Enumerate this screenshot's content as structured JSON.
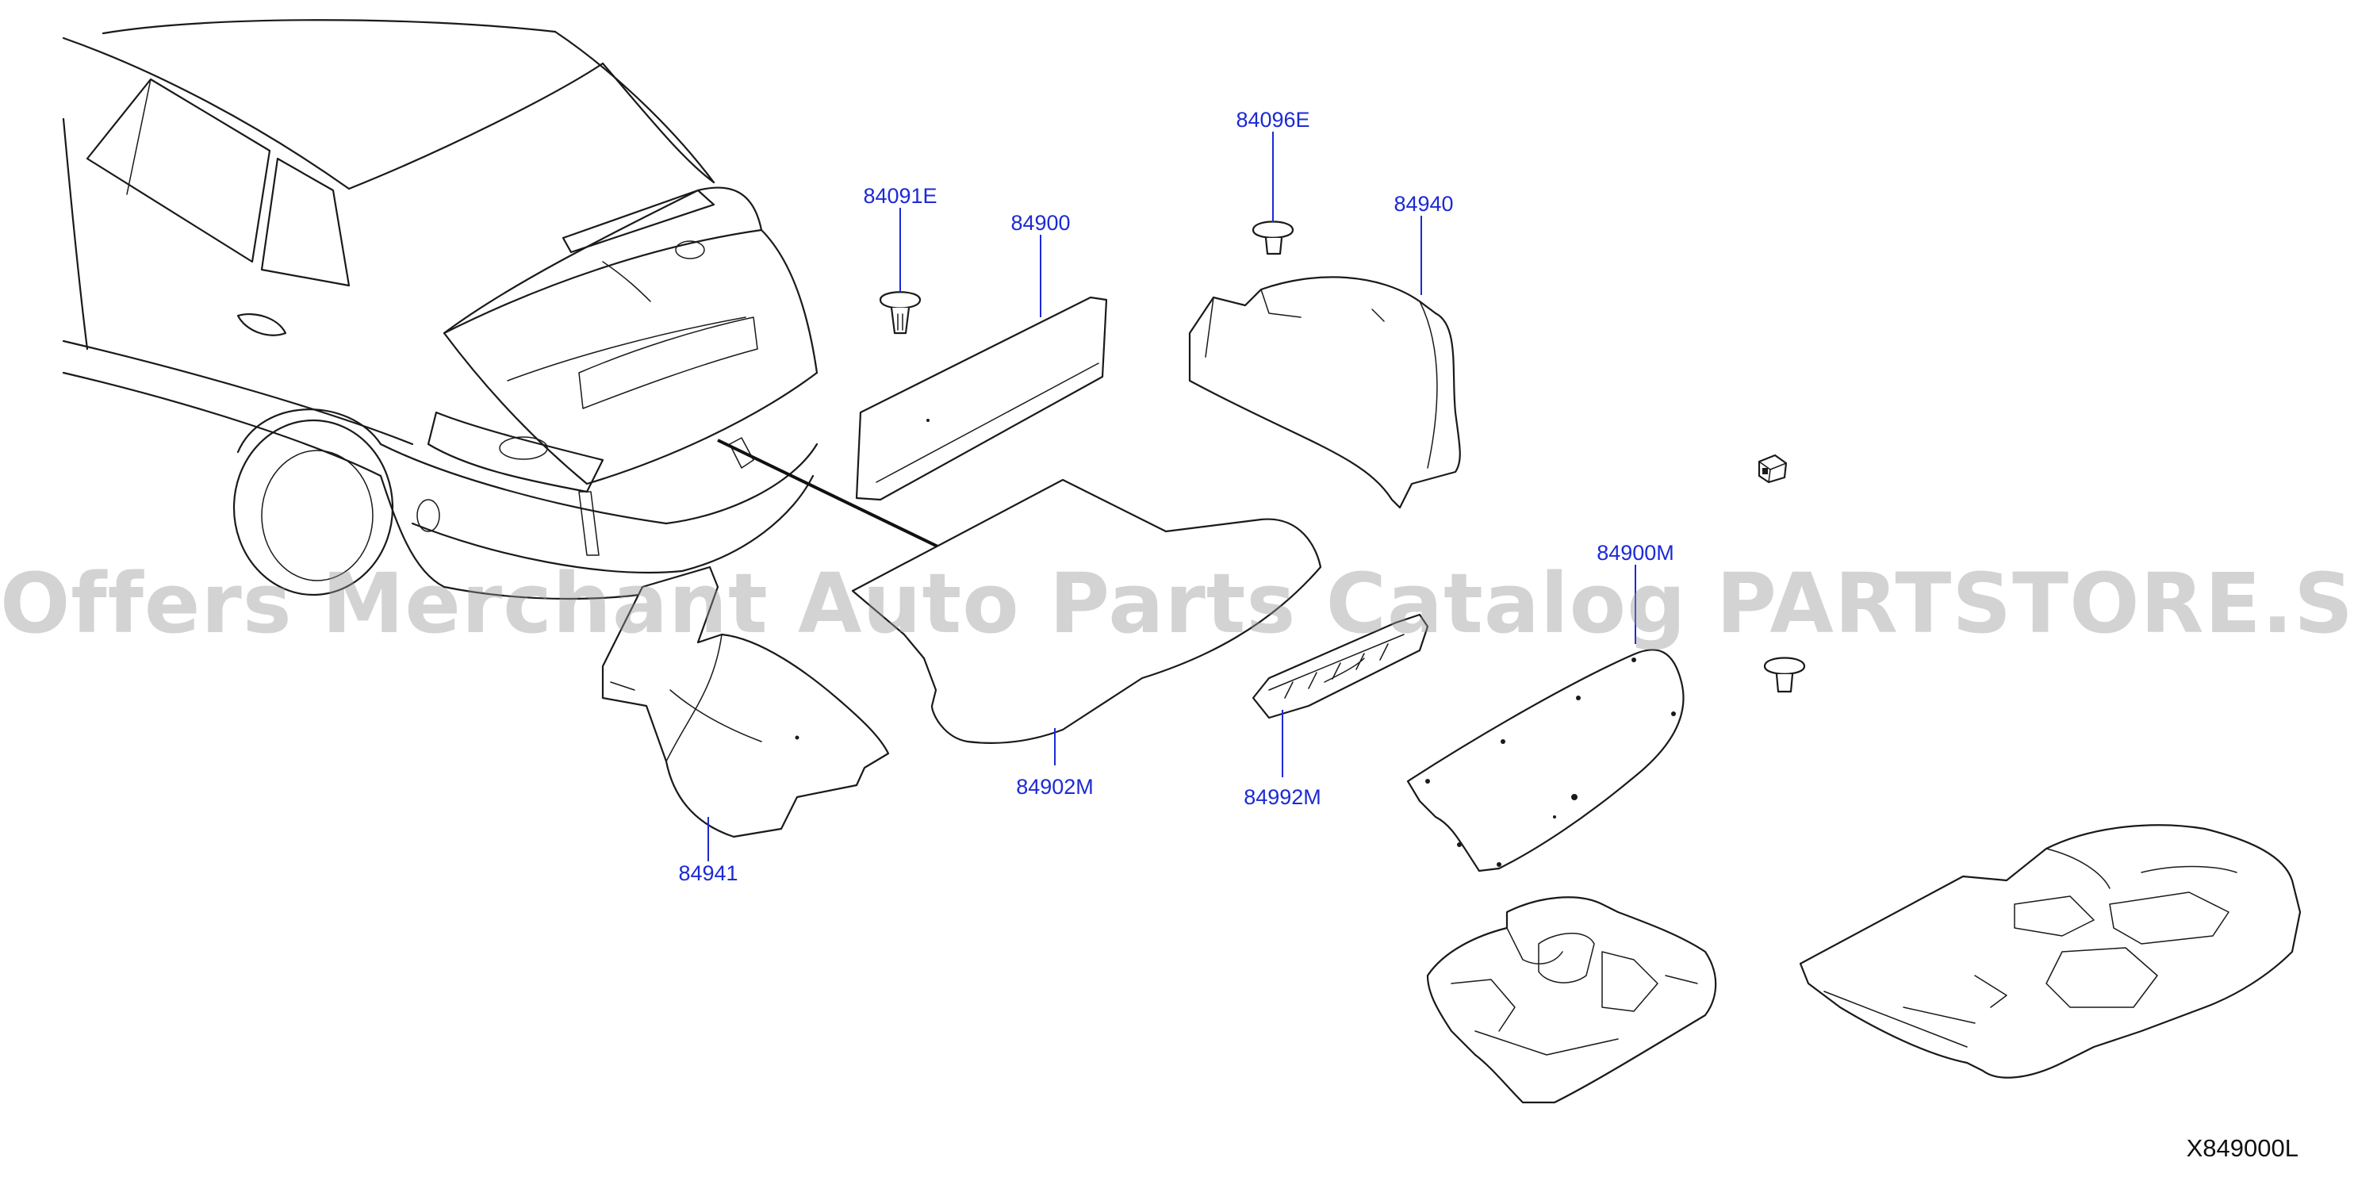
{
  "diagram": {
    "parts": [
      {
        "id": "84091E",
        "label": "84091E"
      },
      {
        "id": "84900",
        "label": "84900"
      },
      {
        "id": "84096E",
        "label": "84096E"
      },
      {
        "id": "84940",
        "label": "84940"
      },
      {
        "id": "84900M",
        "label": "84900M"
      },
      {
        "id": "84941",
        "label": "84941"
      },
      {
        "id": "84902M",
        "label": "84902M"
      },
      {
        "id": "84992M",
        "label": "84992M"
      }
    ],
    "figure_id": "X849000L"
  },
  "watermark": "Offers Merchant Auto Parts Catalog PARTSTORE.SA",
  "colors": {
    "label": "#1c2ad6",
    "line": "#1a1a1a",
    "watermark": "#969696"
  }
}
